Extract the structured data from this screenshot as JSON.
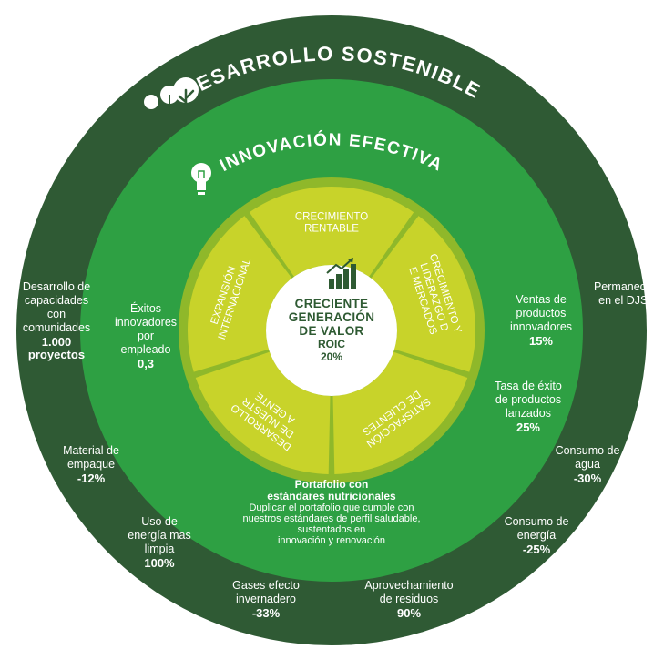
{
  "rings": {
    "outer_title": "DESARROLLO SOSTENIBLE",
    "middle_title": "INNOVACIÓN EFECTIVA"
  },
  "segments": [
    {
      "label": "CRECIMIENTO RENTABLE"
    },
    {
      "label": "CRECIMIENTO Y LIDERAZGO DE MERCADOS"
    },
    {
      "label": "SATISFACCIÓN DE CLIENTES"
    },
    {
      "label": "DESARROLLO DE NUESTRA GENTE"
    },
    {
      "label": "EXPANSIÓN INTERNACIONAL"
    }
  ],
  "center": {
    "line1": "CRECIENTE",
    "line2": "GENERACIÓN",
    "line3": "DE VALOR",
    "metric_name": "ROIC",
    "metric_value": "20%"
  },
  "innovation_metrics": {
    "exitos": {
      "line1": "Éxitos",
      "line2": "innovadores",
      "line3": "por",
      "line4": "empleado",
      "value": "0,3"
    },
    "ventas": {
      "line1": "Ventas de",
      "line2": "productos",
      "line3": "innovadores",
      "value": "15%"
    },
    "tasa": {
      "line1": "Tasa de éxito",
      "line2": "de productos",
      "line3": "lanzados",
      "value": "25%"
    },
    "portfolio": {
      "line1": "Portafolio con",
      "line2": "estándares nutricionales",
      "desc1": "Duplicar el portafolio que cumple con",
      "desc2": "nuestros estándares de perfil saludable,",
      "desc3": "sustentados en",
      "desc4": "innovación y renovación"
    }
  },
  "sustainability_metrics": {
    "comunidades": {
      "line1": "Desarrollo de",
      "line2": "capacidades",
      "line3": "con",
      "line4": "comunidades",
      "value1": "1.000",
      "value2": "proyectos"
    },
    "djsi": {
      "line1": "Permanecer",
      "line2": "en el DJSI"
    },
    "agua": {
      "line1": "Consumo de",
      "line2": "agua",
      "value": "-30%"
    },
    "energia": {
      "line1": "Consumo de",
      "line2": "energía",
      "value": "-25%"
    },
    "residuos": {
      "line1": "Aprovechamiento",
      "line2": "de residuos",
      "value": "90%"
    },
    "gases": {
      "line1": "Gases efecto",
      "line2": "invernadero",
      "value": "-33%"
    },
    "energia_limpia": {
      "line1": "Uso de",
      "line2": "energía mas",
      "line3": "limpia",
      "value": "100%"
    },
    "empaque": {
      "line1": "Material de",
      "line2": "empaque",
      "value": "-12%"
    }
  },
  "colors": {
    "outer_ring": "#2f5a34",
    "middle_ring": "#2ea043",
    "segments": "#c8d32a",
    "inner_ring": "#8fb82a",
    "center": "#ffffff"
  },
  "icons": [
    "trees-icon",
    "lightbulb-icon",
    "growth-chart-icon"
  ]
}
